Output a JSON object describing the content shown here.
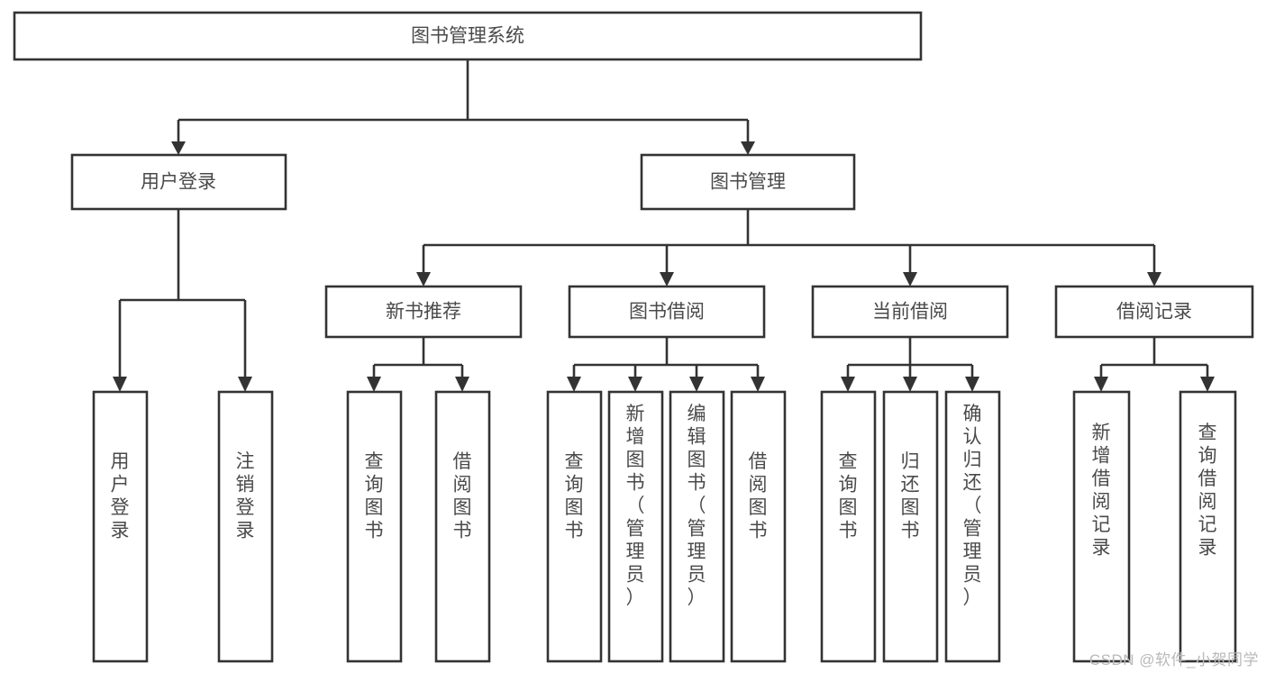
{
  "diagram": {
    "title": "图书管理系统",
    "type": "tree-hierarchy",
    "watermark": "CSDN @软件_小贺同学",
    "nodes": {
      "root": {
        "label": "图书管理系统",
        "level": 0
      },
      "user_login": {
        "label": "用户登录",
        "level": 1
      },
      "book_manage": {
        "label": "图书管理",
        "level": 1
      },
      "new_book_rec": {
        "label": "新书推荐",
        "level": 2
      },
      "book_borrow": {
        "label": "图书借阅",
        "level": 2
      },
      "current_borrow": {
        "label": "当前借阅",
        "level": 2
      },
      "borrow_record": {
        "label": "借阅记录",
        "level": 2
      },
      "leaf_user_login": {
        "label": "用户登录",
        "level": 3
      },
      "leaf_logout_login": {
        "label": "注销登录",
        "level": 3
      },
      "leaf_query_book_1": {
        "label": "查询图书",
        "level": 3
      },
      "leaf_borrow_book_1": {
        "label": "借阅图书",
        "level": 3
      },
      "leaf_query_book_2": {
        "label": "查询图书",
        "level": 3
      },
      "leaf_add_book": {
        "label": "新增图书（管理员）",
        "level": 3
      },
      "leaf_edit_book": {
        "label": "编辑图书（管理员）",
        "level": 3
      },
      "leaf_borrow_book_2": {
        "label": "借阅图书",
        "level": 3
      },
      "leaf_query_book_3": {
        "label": "查询图书",
        "level": 3
      },
      "leaf_return_book": {
        "label": "归还图书",
        "level": 3
      },
      "leaf_confirm_return": {
        "label": "确认归还（管理员）",
        "level": 3
      },
      "leaf_add_record": {
        "label": "新增借阅记录",
        "level": 3
      },
      "leaf_query_record": {
        "label": "查询借阅记录",
        "level": 3
      }
    },
    "edges": [
      {
        "from": "root",
        "to": "user_login"
      },
      {
        "from": "root",
        "to": "book_manage"
      },
      {
        "from": "user_login",
        "to": "leaf_user_login"
      },
      {
        "from": "user_login",
        "to": "leaf_logout_login"
      },
      {
        "from": "book_manage",
        "to": "new_book_rec"
      },
      {
        "from": "book_manage",
        "to": "book_borrow"
      },
      {
        "from": "book_manage",
        "to": "current_borrow"
      },
      {
        "from": "book_manage",
        "to": "borrow_record"
      },
      {
        "from": "new_book_rec",
        "to": "leaf_query_book_1"
      },
      {
        "from": "new_book_rec",
        "to": "leaf_borrow_book_1"
      },
      {
        "from": "book_borrow",
        "to": "leaf_query_book_2"
      },
      {
        "from": "book_borrow",
        "to": "leaf_add_book"
      },
      {
        "from": "book_borrow",
        "to": "leaf_edit_book"
      },
      {
        "from": "book_borrow",
        "to": "leaf_borrow_book_2"
      },
      {
        "from": "current_borrow",
        "to": "leaf_query_book_3"
      },
      {
        "from": "current_borrow",
        "to": "leaf_return_book"
      },
      {
        "from": "current_borrow",
        "to": "leaf_confirm_return"
      },
      {
        "from": "borrow_record",
        "to": "leaf_add_record"
      },
      {
        "from": "borrow_record",
        "to": "leaf_query_record"
      }
    ],
    "colors": {
      "box_fill": "#ffffff",
      "box_stroke": "#333333",
      "text": "#4a4a4a",
      "background": "#ffffff",
      "watermark": "#b9b9b9"
    }
  }
}
